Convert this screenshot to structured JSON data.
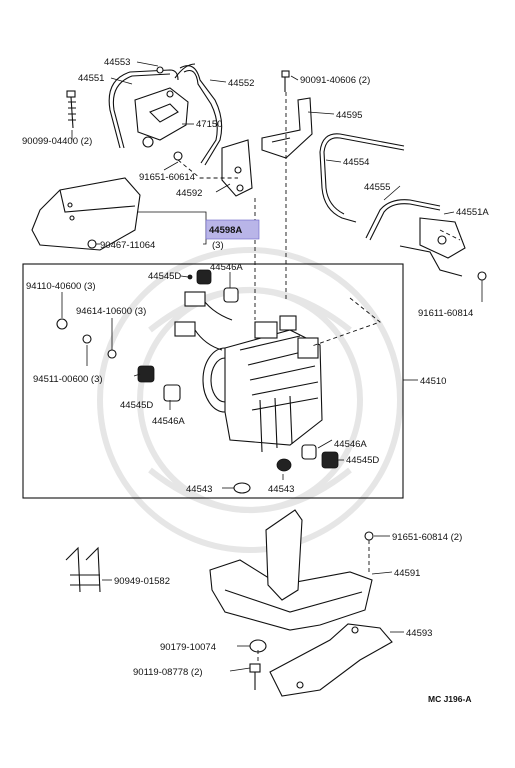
{
  "labels": {
    "p44553": "44553",
    "p44551": "44551",
    "p44552": "44552",
    "p90091": "90091-40606 (2)",
    "p90099": "90099-04400 (2)",
    "p47150": "47150",
    "p44595": "44595",
    "p44554": "44554",
    "p91651a": "91651-60614",
    "p44592": "44592",
    "p44555": "44555",
    "p44551a": "44551A",
    "p44598a": "44598A",
    "p90467": "90467-11064",
    "p3a": "(3)",
    "p44545d_top": "44545D",
    "p44546a_top": "44546A",
    "p94110": "94110-40600 (3)",
    "p94614": "94614-10600 (3)",
    "p91611": "91611-60814",
    "p94511": "94511-00600 (3)",
    "p44545d_left": "44545D",
    "p44546a_left": "44546A",
    "p44510": "44510",
    "p44546a_right": "44546A",
    "p44545d_right": "44545D",
    "p44543_a": "44543",
    "p44543_b": "44543",
    "p91651b": "91651-60814 (2)",
    "p90949": "90949-01582",
    "p44591": "44591",
    "p44593": "44593",
    "p90179": "90179-10074",
    "p90119": "90119-08778 (2)",
    "ref_code": "MC J196-A"
  },
  "colors": {
    "highlight": "#b9b5e8",
    "ink": "#111111"
  }
}
